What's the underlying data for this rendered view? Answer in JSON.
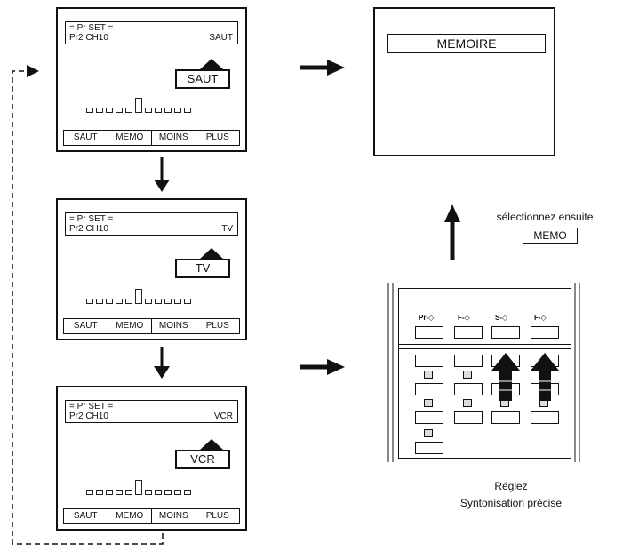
{
  "screens": [
    {
      "header_line1": "= Pr SET =",
      "header_line2": "Pr2 CH10",
      "header_mode": "SAUT",
      "tag": "SAUT",
      "menu": [
        "SAUT",
        "MEMO",
        "MOINS",
        "PLUS"
      ]
    },
    {
      "header_line1": "= Pr SET =",
      "header_line2": "Pr2 CH10",
      "header_mode": "TV",
      "tag": "TV",
      "menu": [
        "SAUT",
        "MEMO",
        "MOINS",
        "PLUS"
      ]
    },
    {
      "header_line1": "= Pr SET =",
      "header_line2": "Pr2 CH10",
      "header_mode": "VCR",
      "tag": "VCR",
      "menu": [
        "SAUT",
        "MEMO",
        "MOINS",
        "PLUS"
      ]
    }
  ],
  "memory_screen": {
    "label": "MEMOIRE"
  },
  "instruction": {
    "text": "sélectionnez ensuite",
    "button": "MEMO"
  },
  "remote": {
    "labels": [
      "Pr-◇",
      "F-◇",
      "S-◇",
      "F-◇"
    ]
  },
  "caption": {
    "line1": "Réglez",
    "line2": "Syntonisation précise"
  }
}
